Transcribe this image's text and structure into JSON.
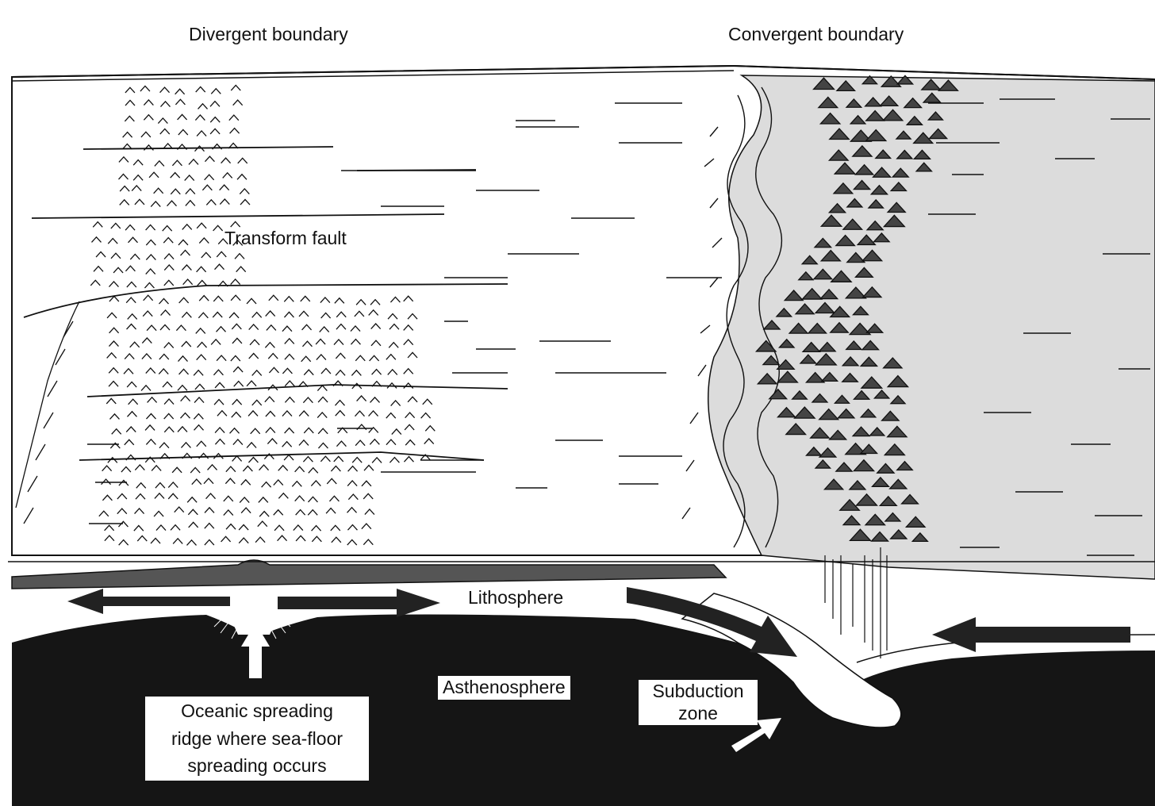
{
  "labels": {
    "divergent_boundary": "Divergent boundary",
    "convergent_boundary": "Convergent boundary",
    "transform_fault": "Transform fault",
    "lithosphere": "Lithosphere",
    "asthenosphere": "Asthenosphere",
    "subduction_zone": [
      "Subduction",
      "zone"
    ],
    "oceanic_ridge": [
      "Oceanic spreading",
      "ridge where sea-floor",
      "spreading occurs"
    ]
  },
  "colors": {
    "ink": "#111111",
    "asthenosphere": "#151515",
    "continent_shade": "#dcdcdc",
    "paper": "#ffffff"
  }
}
